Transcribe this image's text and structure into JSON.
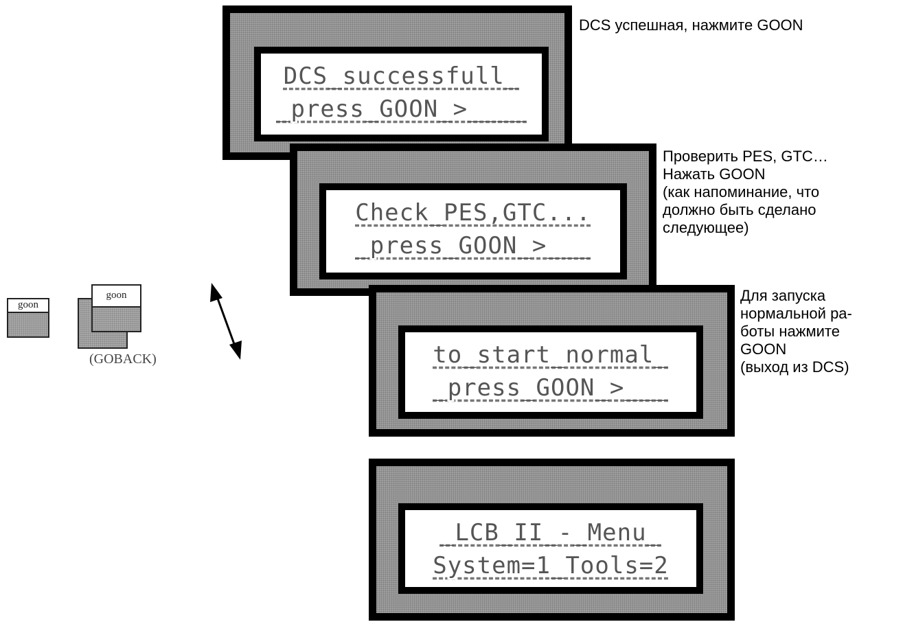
{
  "screens": [
    {
      "line1": "DCS_successfull_",
      "line2": "_press_GOON_>____"
    },
    {
      "line1": "Check_PES,GTC...",
      "line2": "_press_GOON_>___"
    },
    {
      "line1": "to_start_normal_",
      "line2": "_press_GOON_>___"
    },
    {
      "line1": "_LCB_II_-_Menu_",
      "line2": "System=1_Tools=2"
    }
  ],
  "notes": {
    "dcs_successful": "DCS успешная, нажмите GOON",
    "check_pes": "Проверить PES, GTC…\nНажать GOON\n(как напоминание, что\nдолжно быть сделано\nследующее)",
    "start_normal": "Для запуска\nнормальной ра-\nботы нажмите\nGOON\n(выход из DCS)"
  },
  "keys": {
    "goon_label": "goon",
    "goback_caption": "(GOBACK)"
  },
  "colors": {
    "frame": "#9e9e9e",
    "border": "#000000",
    "lcd_background": "#ffffff"
  }
}
